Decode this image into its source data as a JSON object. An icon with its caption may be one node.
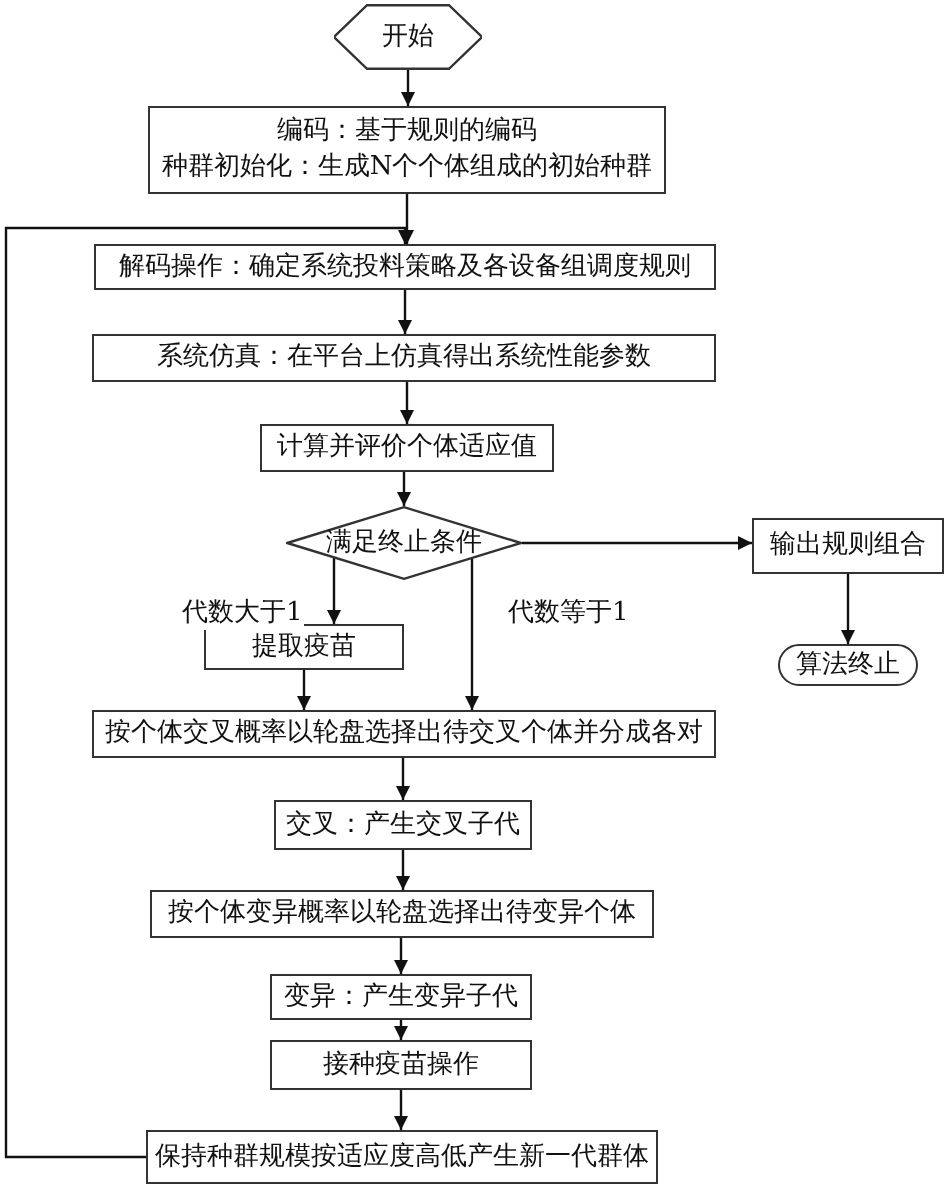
{
  "diagram": {
    "nodes": [
      {
        "text": [
          "开始"
        ]
      },
      {
        "text": [
          "编码：基于规则的编码",
          "种群初始化：生成N个个体组成的初始种群"
        ]
      },
      {
        "text": [
          "解码操作：确定系统投料策略及各设备组调度规则"
        ]
      },
      {
        "text": [
          "系统仿真：在平台上仿真得出系统性能参数"
        ]
      },
      {
        "text": [
          "计算并评价个体适应值"
        ]
      },
      {
        "text": [
          "满足终止条件"
        ]
      },
      {
        "text": [
          "输出规则组合"
        ]
      },
      {
        "text": [
          "算法终止"
        ]
      },
      {
        "text": [
          "提取疫苗"
        ]
      },
      {
        "text": [
          "按个体交叉概率以轮盘选择出待交叉个体并分成各对"
        ]
      },
      {
        "text": [
          "交叉：产生交叉子代"
        ]
      },
      {
        "text": [
          "按个体变异概率以轮盘选择出待变异个体"
        ]
      },
      {
        "text": [
          "变异：产生变异子代"
        ]
      },
      {
        "text": [
          "接种疫苗操作"
        ]
      },
      {
        "text": [
          "保持种群规模按适应度高低产生新一代群体"
        ]
      }
    ],
    "edges": [
      {
        "from": 0,
        "to": 1,
        "arrow": "to"
      },
      {
        "from": 1,
        "to": 2,
        "arrow": "to"
      },
      {
        "from": 2,
        "to": 3,
        "arrow": "to"
      },
      {
        "from": 3,
        "to": 4,
        "arrow": "to"
      },
      {
        "from": 4,
        "to": 5,
        "arrow": "to"
      },
      {
        "from": 5,
        "to": 6,
        "arrow": "to"
      },
      {
        "from": 6,
        "to": 7,
        "arrow": "to"
      },
      {
        "from": 5,
        "to": 8,
        "arrow": "to",
        "label": "代数大于1"
      },
      {
        "from": 5,
        "to": 9,
        "arrow": "to",
        "label": "代数等于1"
      },
      {
        "from": 8,
        "to": 9,
        "arrow": "to"
      },
      {
        "from": 9,
        "to": 10,
        "arrow": "to"
      },
      {
        "from": 10,
        "to": 11,
        "arrow": "to"
      },
      {
        "from": 11,
        "to": 12,
        "arrow": "to"
      },
      {
        "from": 12,
        "to": 13,
        "arrow": "to"
      },
      {
        "from": 13,
        "to": 14,
        "arrow": "to"
      },
      {
        "from": 14,
        "to": 2,
        "arrow": "to"
      }
    ]
  }
}
